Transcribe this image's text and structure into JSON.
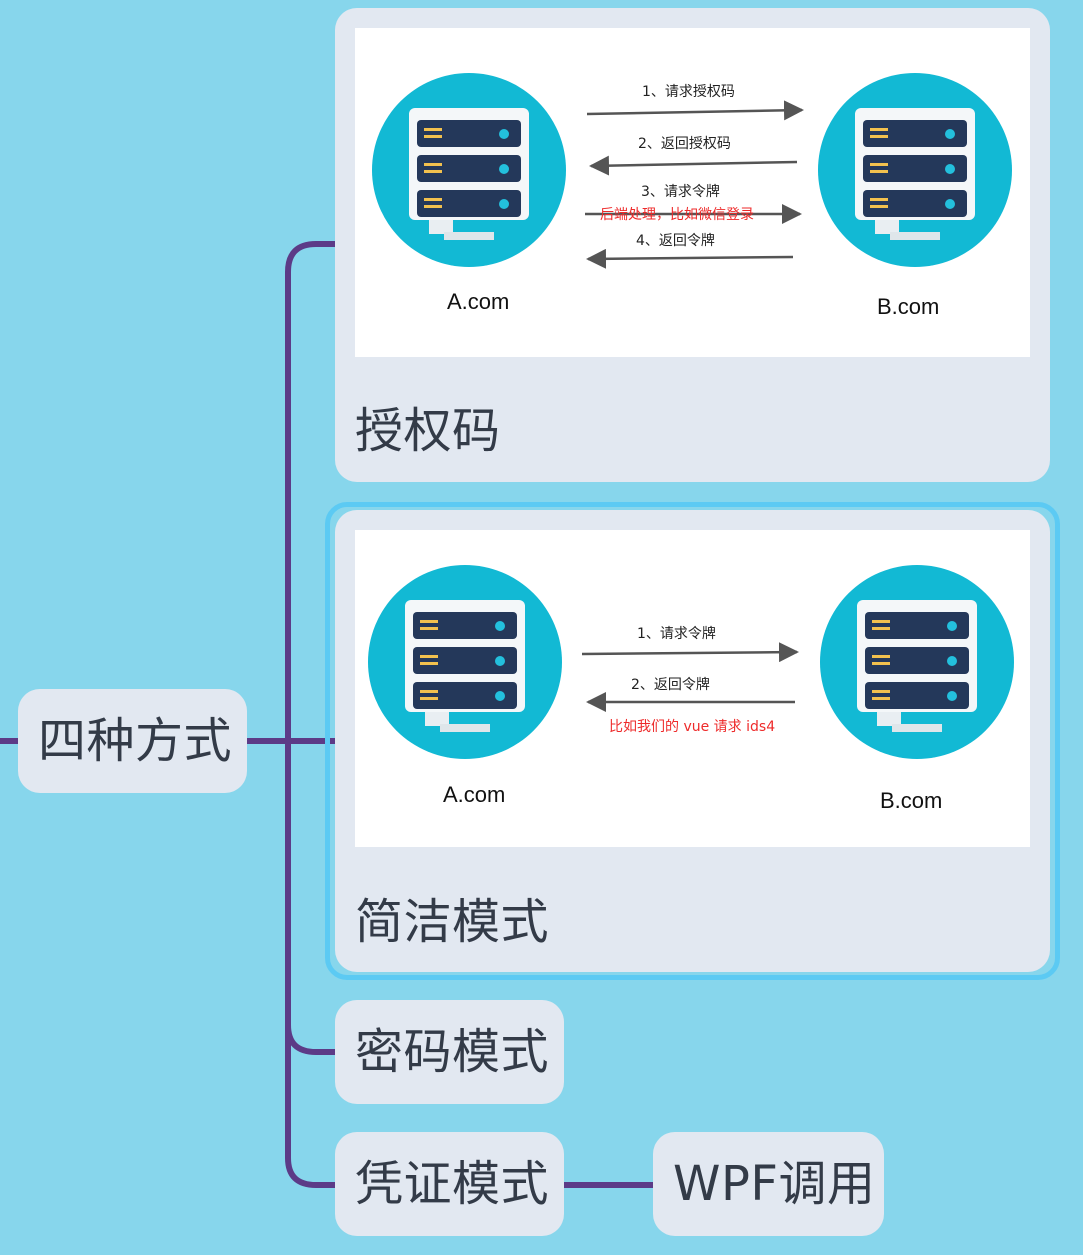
{
  "root": {
    "label": "四种方式"
  },
  "children": {
    "auth_code": {
      "label": "授权码",
      "diagram": {
        "client": "A.com",
        "server": "B.com",
        "steps": [
          "1、请求授权码",
          "2、返回授权码",
          "3、请求令牌",
          "4、返回令牌"
        ],
        "note": "后端处理，比如微信登录"
      }
    },
    "implicit": {
      "label": "简洁模式",
      "diagram": {
        "client": "A.com",
        "server": "B.com",
        "steps": [
          "1、请求令牌",
          "2、返回令牌"
        ],
        "note": "比如我们的 vue 请求 ids4"
      }
    },
    "password": {
      "label": "密码模式"
    },
    "client_credentials": {
      "label": "凭证模式",
      "child": {
        "label": "WPF调用"
      }
    }
  },
  "colors": {
    "background": "#87d6ec",
    "connector": "#5c3b87",
    "node_fill": "#e2e8f1",
    "node_text": "#333b48",
    "selection_ring": "#5ccaf3",
    "server_circle": "#12b9d4",
    "server_rack": "#24385a",
    "note_text": "#ee2a2a"
  },
  "icons": {
    "server": "server-rack-icon"
  }
}
